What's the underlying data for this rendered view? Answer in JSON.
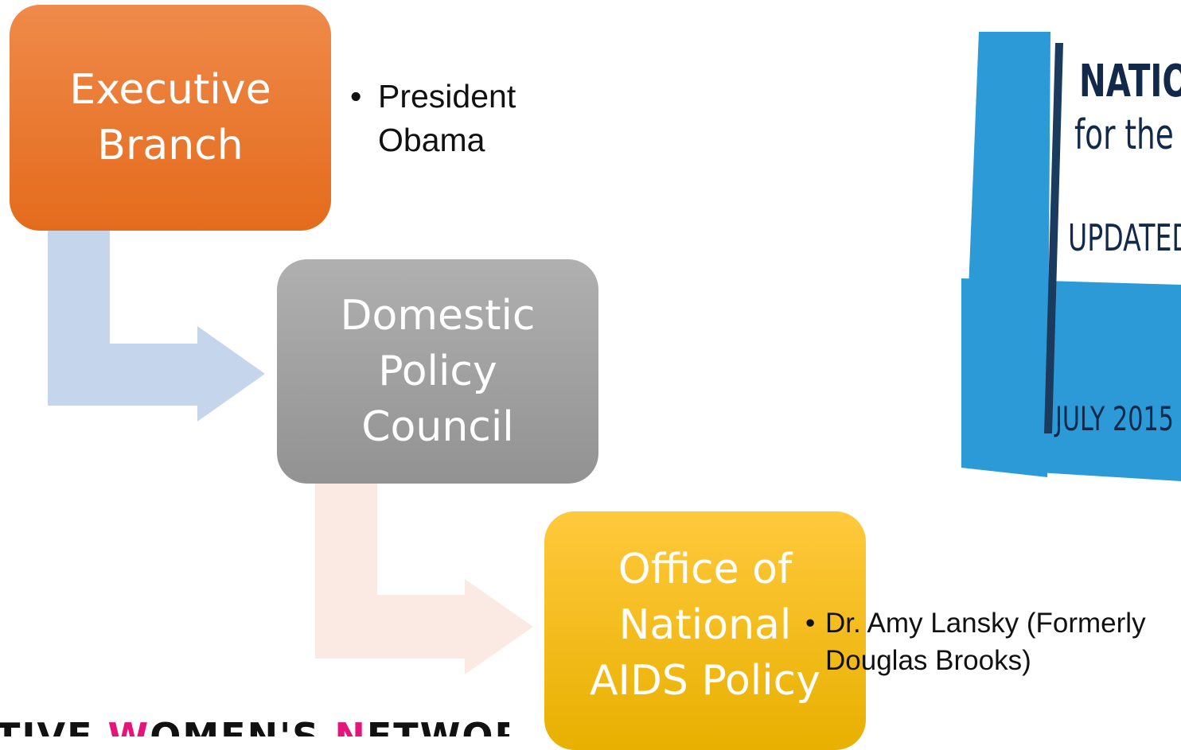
{
  "diagram": {
    "nodes": [
      {
        "id": "executive",
        "label": "Executive\nBranch",
        "color": "#e46b1c"
      },
      {
        "id": "dpc",
        "label": "Domestic\nPolicy\nCouncil",
        "color": "#929292"
      },
      {
        "id": "onap",
        "label": "Office of\nNational\nAIDS Policy",
        "color": "#f5b800"
      }
    ],
    "bullets": [
      {
        "text": "President\nObama"
      },
      {
        "text": "Dr. Amy Lansky (Formerly\nDouglas Brooks)"
      }
    ],
    "bullet_symbol": "•",
    "arrow_colors": {
      "first": "#c5d6ec",
      "second": "#fbe9e4"
    }
  },
  "report_image": {
    "title": "NATION",
    "subtitle_pre": "for the ",
    "subtitle_bold": "U",
    "updated": "UPDATED T",
    "date": "JULY 2015"
  },
  "logo": {
    "part1": "TIVE ",
    "w": "W",
    "part2": "OMEN'S ",
    "n": "N",
    "part3": "ETWORK"
  }
}
